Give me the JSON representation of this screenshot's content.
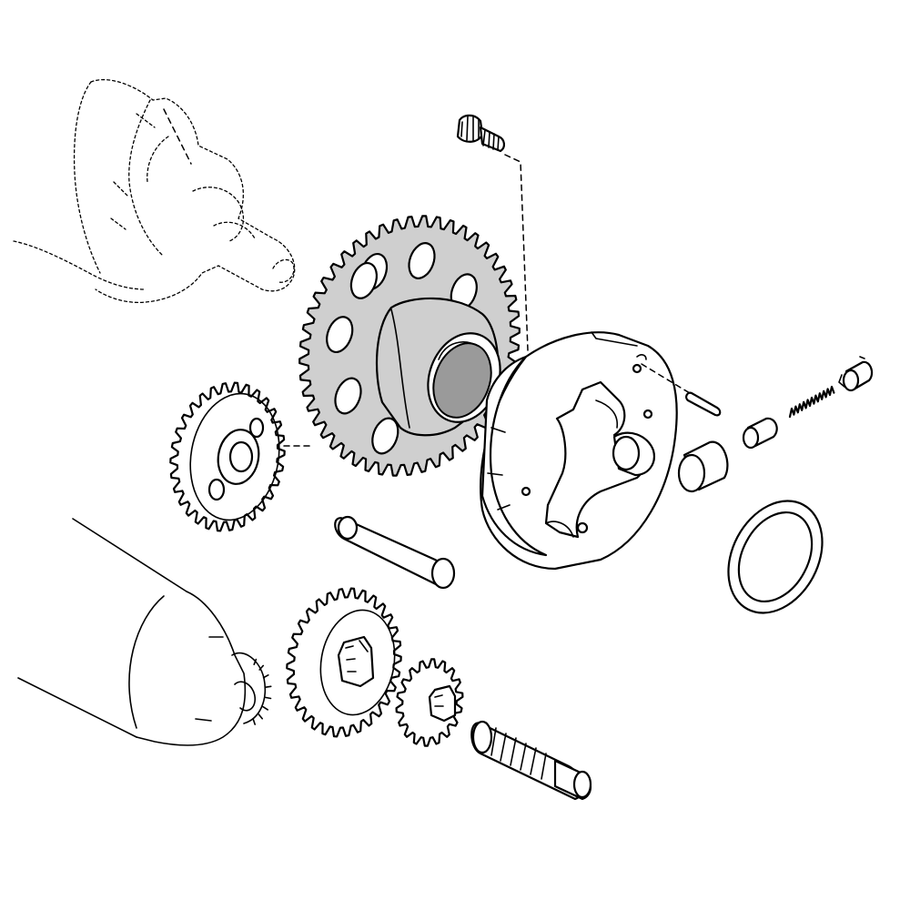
{
  "diagram": {
    "parts": [
      {
        "id": "crankshaft",
        "style": "phantom"
      },
      {
        "id": "starter-clutch-bolt",
        "style": "solid"
      },
      {
        "id": "starter-driven-gear",
        "style": "highlighted",
        "color": "#cfcfcf"
      },
      {
        "id": "one-way-clutch-housing",
        "style": "solid"
      },
      {
        "id": "clutch-roller-pin",
        "style": "solid"
      },
      {
        "id": "clutch-spring",
        "style": "solid"
      },
      {
        "id": "spring-cap",
        "style": "solid"
      },
      {
        "id": "plunger",
        "style": "solid"
      },
      {
        "id": "clutch-roller",
        "style": "solid"
      },
      {
        "id": "idle-gear",
        "style": "solid"
      },
      {
        "id": "idle-gear-shaft",
        "style": "solid"
      },
      {
        "id": "washer",
        "style": "solid"
      },
      {
        "id": "starter-motor",
        "style": "phantom"
      },
      {
        "id": "reduction-gear-large",
        "style": "solid"
      },
      {
        "id": "reduction-gear-small",
        "style": "solid"
      },
      {
        "id": "reduction-gear-shaft",
        "style": "solid"
      }
    ],
    "highlight_color": "#cfcfcf",
    "line_color": "#000000"
  }
}
